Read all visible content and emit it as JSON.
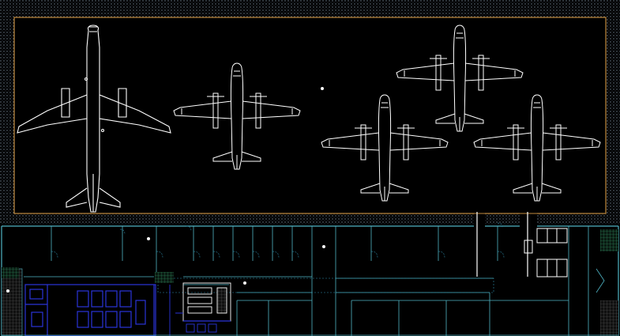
{
  "drawing": {
    "background": "#000000",
    "colors": {
      "outline": "#ffffff",
      "hangar_border": "#c08a3e",
      "wall_hatch": "#6e7e8e",
      "partition": "#4fb4c4",
      "room_blue": "#2a34d8",
      "floor_tile": "#5a5a5a",
      "dim_cyan": "#2f8fb0",
      "green_tile": "#2f8f5f"
    },
    "aircraft": [
      {
        "name": "large-twin-jet",
        "icon": "jet-airliner-icon"
      },
      {
        "name": "turboprop-center",
        "icon": "turboprop-icon"
      },
      {
        "name": "turboprop-top-right",
        "icon": "turboprop-icon"
      },
      {
        "name": "turboprop-mid-right",
        "icon": "turboprop-icon"
      },
      {
        "name": "turboprop-far-right",
        "icon": "turboprop-icon"
      }
    ]
  }
}
